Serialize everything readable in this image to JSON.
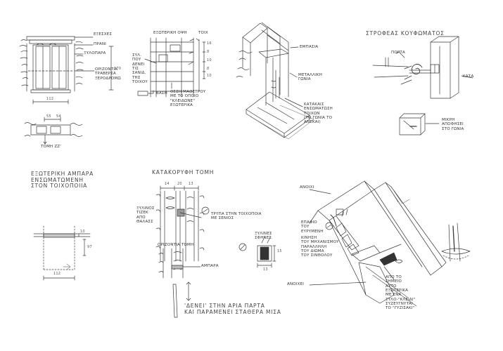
{
  "s1": {
    "eklases": "ΕΞΕΣΧΕΣ",
    "prani": "ΠΡΑΝΙ",
    "yalopanel": "ΞΥΛΟΠΑΡΑ",
    "orizontia": "ΟΡΙΖΟΝΤΙΑ\nΤΡΑΒΕΡΣΑ\nΞΕΡΟΔΡΟΜΩ",
    "dim_w": "112",
    "dim_h": "170",
    "dim_a": "55",
    "dim_b": "54",
    "tomi": "ΤΟΜΗ ΖΖ'"
  },
  "s2": {
    "title": "ΕΞΩΤΕΡΙΚΗ ΟΨΗ",
    "toixos": "ΤΟΙΧ",
    "dims": [
      "16",
      "8",
      "10",
      "8",
      "10"
    ],
    "left_note": "ΣΥΛ.\nΠΟΥ\nΔΕΝΕΙ\nΤΙΣ\nΣΑΝΙΔ.\nΤΗΣ\nΤΟΙΧΟΥ",
    "bottom_note": "ΘΕΣΗ ΜΑΘΕΤΡΟΥ\nΜΕ ΤΟ ΟΠΟΙΟ\n\"ΚΛΕΙΔΩΝΕ\"\nΕΞΩΤΕΡΙΚΑ",
    "small": "ΒΑΣΗ"
  },
  "s3": {
    "empasia": "ΕΜΠΑΣΙΑ",
    "metalliki": "ΜΕΤΑΛΛΙΚΗ\nΓΩΝΙΑ",
    "katheta": "ΚΑΤΑΚΑΙΣ\nΕΝΣΩΜΑΤΩΣΗ\nΤΟΙΧΩΝ\n(ΤΟ ΓΩΝΙΑ ΤΟ\nΑΝΕΚΑΙ)"
  },
  "s4": {
    "title": "ΣΤΡΟΦΕΑΣ ΚΟΥΦΩΜΑΤΟΣ",
    "porta": "ΠΟΡΤΑ",
    "kasa": "ΚΑΣΑ",
    "note": "ΜΙΚΡΗ\nΑΠΟΦΗΣΕΙ\nΣΤΟ ΓΩΝΙΑ"
  },
  "s5": {
    "title": "ΕΞΩΤΕΡΙΚΗ ΑΜΠΑΡΑ\nΕΝΣΩΜΑΤΩΜΕΝΗ\nΣΤΟΝ ΤΟΙΧΟΠΟΙΙΑ",
    "dim_w": "112",
    "dim_h": "97",
    "dim_b": "10"
  },
  "s6": {
    "title": "ΚΑΤΑΚΟΡΥΦΗ ΤΟΜΗ",
    "dims": [
      "14",
      "20",
      "13"
    ],
    "left_note": "ΞΥΛΙΝΟΣ\nΤΙΖΕΚ\nΑΠΟ\nΘΑΛΑΣΣ",
    "right_note": "ΤΡΥΠΑ ΣΤΗΝ ΤΟΙΧΟΠΟΙΑ\nΜΕ ΣΕΝΙΟΣ",
    "orizontia": "ΟΡΙΖΟΝΤΙΑ ΤΟΜΗ",
    "ampara": "ΑΜΠΑΡΑ",
    "detail_label": "ΞΥΛΙΝΕΣ\nΣΦΗΝΕΣ",
    "detail_dim_w": "13",
    "detail_dim_h": "15",
    "caption": "'ΔΕΝΕΙ' ΣΤΗΝ ΑΡΙΑ ΠΑΡΤΑ\nΚΑΙ ΠΑΡΑΜΕΝΕΙ ΣΤΑΘΕΡΑ ΜΙΣΑ"
  },
  "s7": {
    "anoixi": "ΑΝΟΙΧΙ",
    "epafi": "ΕΠΑΦΙΟ\nΤΟΥ\nΕΥΡΥΜΕΝΗ",
    "kinisi": "ΚΙΝΗΣΗ\nΤΟΥ ΜΗΧΑΝΙΣΜΟΥ\nΠΑΡΑΛΛΗΛΗ\nΤΟΥ ΔΙΩΜΑ\nΤΟΥ ΣΙΝΘΟΛΟΥ",
    "anoixei2": "ΑΝΟΙΧΕΙ",
    "note": "ΑΠΟ ΤΟ\nΣΗΜΕΙΟ\nΑΥΤΟ\nΕΞΩΤΕΡΙΚΑ\nΜΕ ΕΝΑ\nΞΥΛΟ-\"ΚΛΕΙΔΙ\"\nΣΥΖΕΥΓΝΥΤΑΙ\nΤΟ \"ΓΥΖΙΣΑΚΙ\""
  }
}
